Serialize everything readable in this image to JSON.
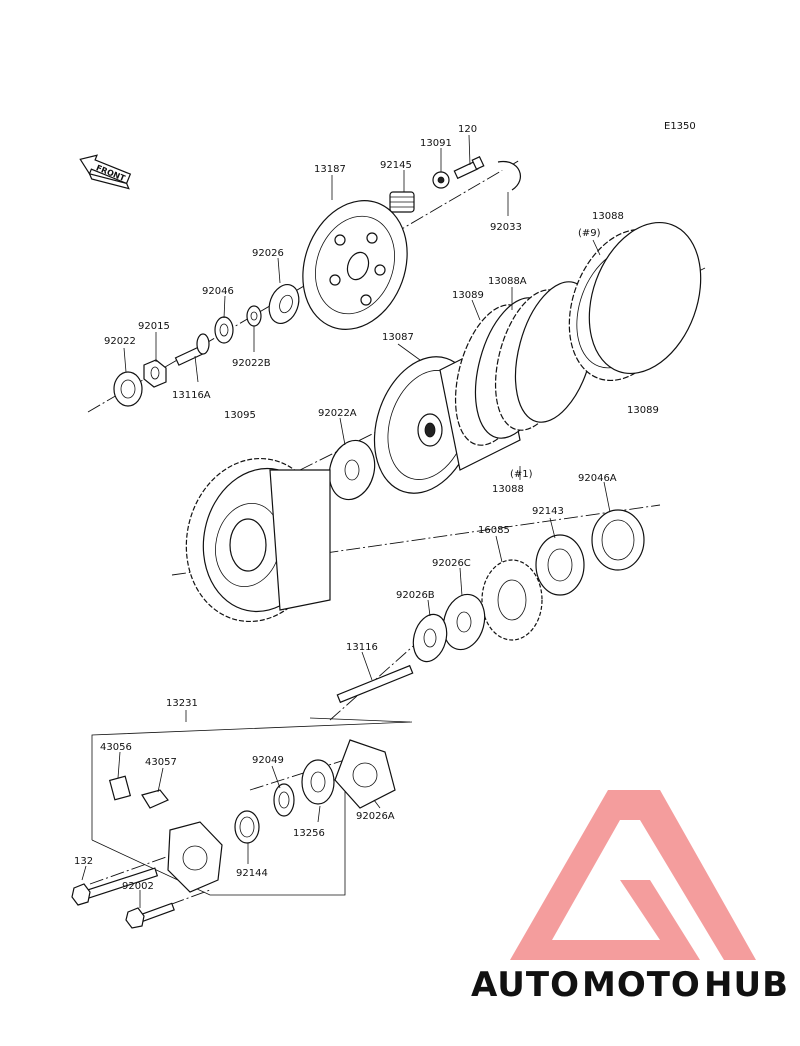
{
  "diagram_code": "E1350",
  "front_label": "FRONT",
  "parts": [
    {
      "id": "p120",
      "number": "120"
    },
    {
      "id": "p13091",
      "number": "13091"
    },
    {
      "id": "p13187",
      "number": "13187"
    },
    {
      "id": "p92145",
      "number": "92145"
    },
    {
      "id": "p92033",
      "number": "92033"
    },
    {
      "id": "p13088_9",
      "number": "13088",
      "note": "(#9)"
    },
    {
      "id": "p92026",
      "number": "92026"
    },
    {
      "id": "p13088A",
      "number": "13088A"
    },
    {
      "id": "p13089_top",
      "number": "13089"
    },
    {
      "id": "p92046",
      "number": "92046"
    },
    {
      "id": "p92015",
      "number": "92015"
    },
    {
      "id": "p92022",
      "number": "92022"
    },
    {
      "id": "p92022B",
      "number": "92022B"
    },
    {
      "id": "p13087",
      "number": "13087"
    },
    {
      "id": "p13116A",
      "number": "13116A"
    },
    {
      "id": "p13095",
      "number": "13095"
    },
    {
      "id": "p92022A",
      "number": "92022A"
    },
    {
      "id": "p13089_right",
      "number": "13089"
    },
    {
      "id": "p13088_1",
      "number": "13088",
      "note": "(#1)"
    },
    {
      "id": "p92046A",
      "number": "92046A"
    },
    {
      "id": "p92143",
      "number": "92143"
    },
    {
      "id": "p16085",
      "number": "16085"
    },
    {
      "id": "p92026C",
      "number": "92026C"
    },
    {
      "id": "p92026B",
      "number": "92026B"
    },
    {
      "id": "p13116",
      "number": "13116"
    },
    {
      "id": "p13231",
      "number": "13231"
    },
    {
      "id": "p43056",
      "number": "43056"
    },
    {
      "id": "p43057",
      "number": "43057"
    },
    {
      "id": "p92049",
      "number": "92049"
    },
    {
      "id": "p13256",
      "number": "13256"
    },
    {
      "id": "p92026A",
      "number": "92026A"
    },
    {
      "id": "p92144",
      "number": "92144"
    },
    {
      "id": "p132",
      "number": "132"
    },
    {
      "id": "p92002",
      "number": "92002"
    }
  ],
  "watermark": {
    "auto": "AUTO",
    "moto": "MOTO",
    "hub": "HUB",
    "color_auto": "#f2b26a",
    "color_moto": "#ef8a8a",
    "color_hub": "#555555",
    "color_logo": "#f28c8c"
  }
}
